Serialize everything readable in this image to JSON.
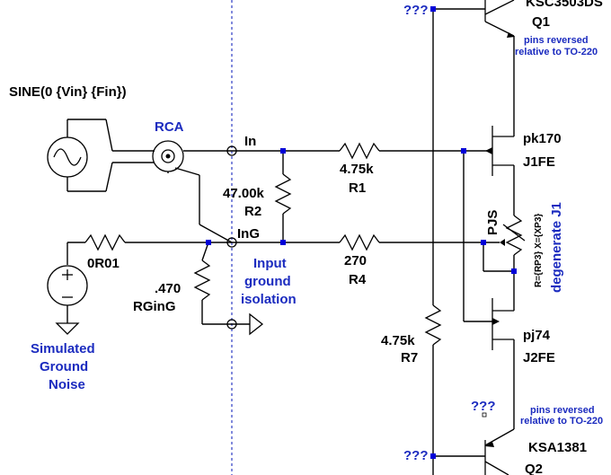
{
  "source": {
    "name": "SINE(0 {Vin} {Fin})"
  },
  "connector": {
    "name": "RCA"
  },
  "nets": {
    "in": "In",
    "ing": "InG"
  },
  "resistors": {
    "r1": {
      "value": "4.75k",
      "name": "R1"
    },
    "r2": {
      "value": "47.00k",
      "name": "R2"
    },
    "r4": {
      "value": "270",
      "name": "R4"
    },
    "r7": {
      "value": "4.75k",
      "name": "R7"
    },
    "r01": {
      "value": "0R01"
    },
    "rging": {
      "value": ".470",
      "name": "RGinG"
    }
  },
  "transistors": {
    "q1": {
      "part": "KSC3503DS",
      "name": "Q1",
      "note_line1": "pins reversed",
      "note_line2": "relative to TO-220"
    },
    "q2": {
      "part": "KSA1381",
      "name": "Q2",
      "note_line1": "pins reversed",
      "note_line2": "relative to TO-220"
    },
    "j1": {
      "part": "pk170",
      "name": "J1FE"
    },
    "j2": {
      "part": "pj74",
      "name": "J2FE"
    }
  },
  "pot": {
    "name": "PJS",
    "expr": "R={RP3} X={XP3}",
    "note": "degenerate J1"
  },
  "unknown_labels": {
    "top": "???",
    "mid": "???",
    "bottom": "???"
  },
  "annotations": {
    "isolation_line1": "Input",
    "isolation_line2": "ground",
    "isolation_line3": "isolation",
    "noise_line1": "Simulated",
    "noise_line2": "Ground",
    "noise_line3": "Noise"
  }
}
